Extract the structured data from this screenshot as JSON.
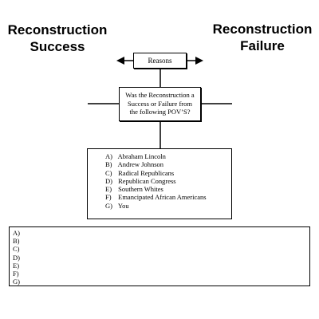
{
  "headings": {
    "success": [
      "Reconstruction",
      "Success"
    ],
    "failure": [
      "Reconstruction",
      "Failure"
    ]
  },
  "reasons_box": {
    "label": "Reasons"
  },
  "question_box": {
    "lines": [
      "Was the Reconstruction a",
      "Success or Failure from",
      "the following POV’S?"
    ]
  },
  "pov_list": [
    {
      "letter": "A)",
      "name": "Abraham Lincoln"
    },
    {
      "letter": "B)",
      "name": "Andrew Johnson"
    },
    {
      "letter": "C)",
      "name": "Radical Republicans"
    },
    {
      "letter": "D)",
      "name": "Republican Congress"
    },
    {
      "letter": "E)",
      "name": "Southern Whites"
    },
    {
      "letter": "F)",
      "name": "Emancipated African Americans"
    },
    {
      "letter": "G)",
      "name": "You"
    }
  ],
  "answer_box": {
    "letters": [
      "A)",
      "B)",
      "C)",
      "D)",
      "E)",
      "F)",
      "G)"
    ]
  }
}
